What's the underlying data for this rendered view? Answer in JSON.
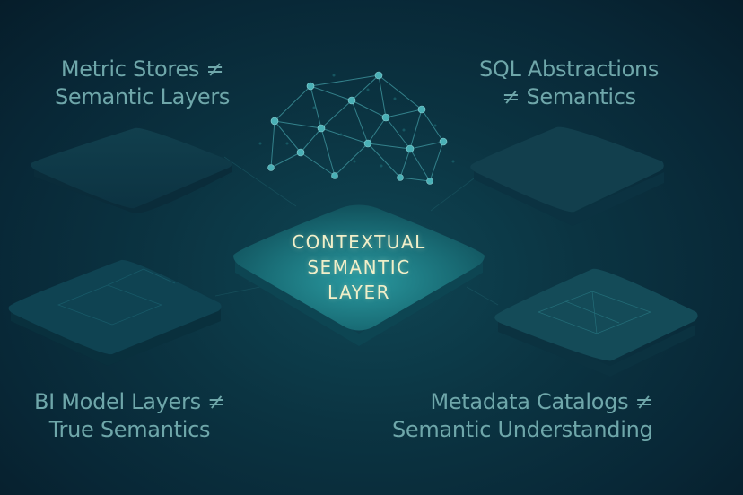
{
  "diagram": {
    "center": {
      "lines": [
        "CONTEXTUAL",
        "SEMANTIC",
        "LAYER"
      ]
    },
    "corners": [
      {
        "position": "top-left",
        "lines": [
          "Metric Stores ≠",
          "Semantic Layers"
        ]
      },
      {
        "position": "top-right",
        "lines": [
          "SQL Abstractions",
          "≠ Semantics"
        ]
      },
      {
        "position": "bottom-left",
        "lines": [
          "BI Model Layers ≠",
          "True Semantics"
        ]
      },
      {
        "position": "bottom-right",
        "lines": [
          "Metadata Catalogs ≠",
          "Semantic Understanding"
        ]
      }
    ],
    "icons": [
      "network-graph-icon"
    ],
    "colors": {
      "background": "#082736",
      "center_platform": "#1a6f78",
      "side_platform": "#0e3a4a",
      "label_text": "#6fa7aa",
      "center_text": "#f1efc9",
      "node": "#3fa8b0"
    }
  }
}
